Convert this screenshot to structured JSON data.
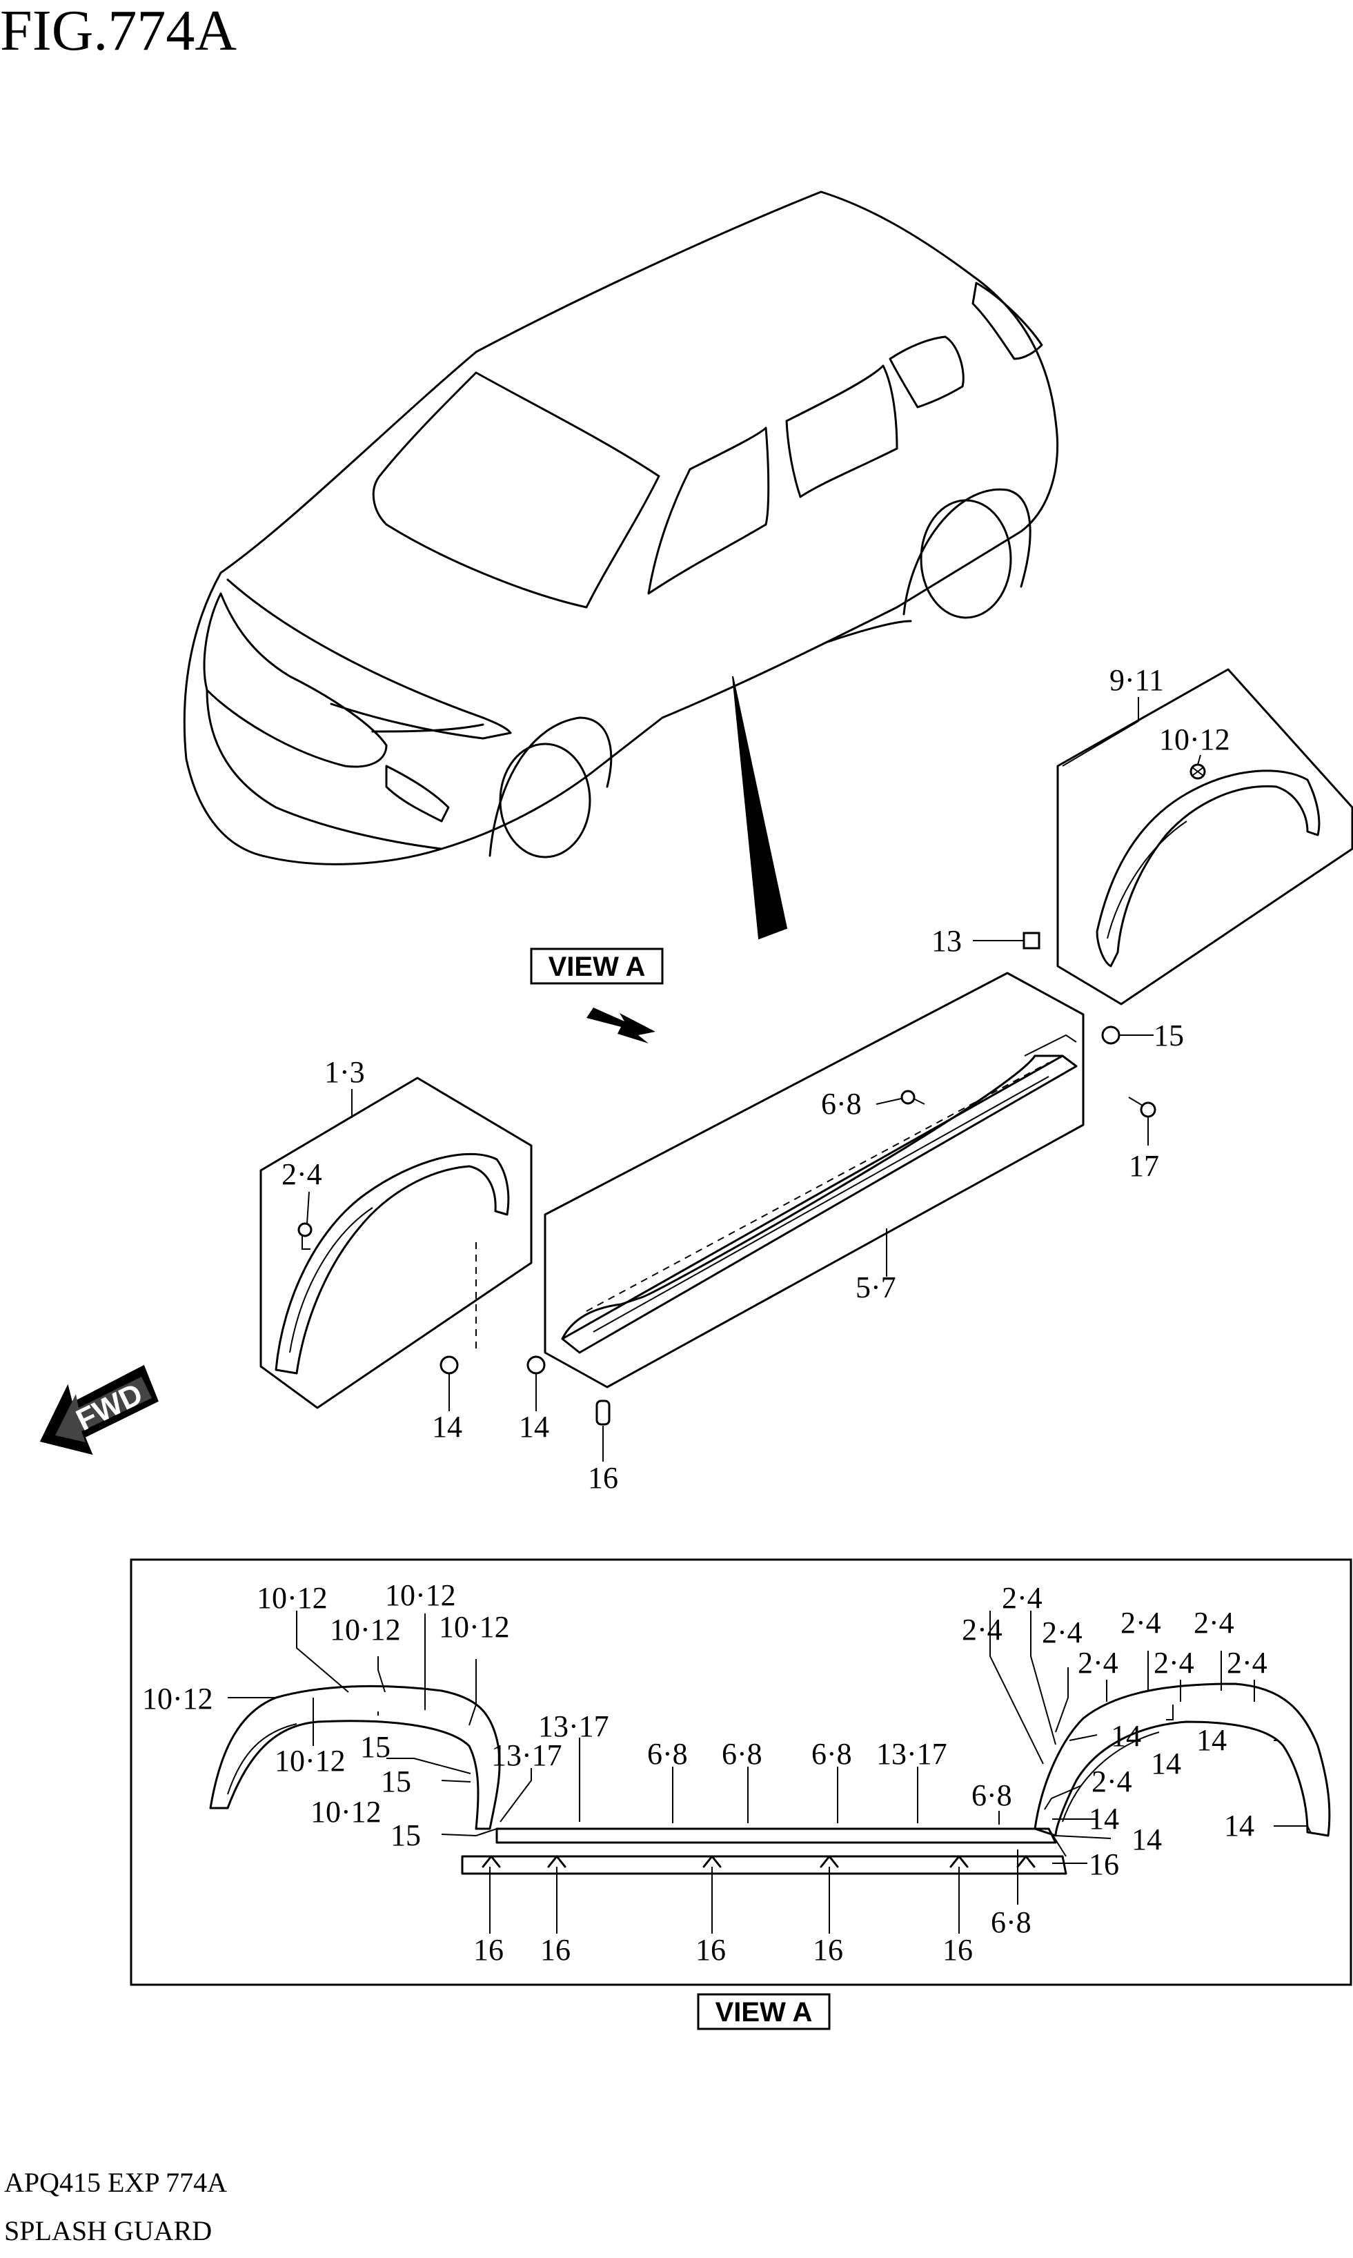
{
  "figure": {
    "title": "FIG.774A",
    "code": "APQ415 EXP 774A",
    "name": "SPLASH GUARD"
  },
  "view_label": "VIEW A",
  "fwd_label": "FWD",
  "callouts": [
    {
      "key": "c9_11",
      "text": "9·11"
    },
    {
      "key": "c10_12_top",
      "text": "10·12"
    },
    {
      "key": "c13_top",
      "text": "13"
    },
    {
      "key": "c15_top",
      "text": "15"
    },
    {
      "key": "c6_8_top",
      "text": "6·8"
    },
    {
      "key": "c17_top",
      "text": "17"
    },
    {
      "key": "c1_3",
      "text": "1·3"
    },
    {
      "key": "c2_4_top",
      "text": "2·4"
    },
    {
      "key": "c5_7",
      "text": "5·7"
    },
    {
      "key": "c14_a",
      "text": "14"
    },
    {
      "key": "c14_b",
      "text": "14"
    },
    {
      "key": "c16_top",
      "text": "16"
    }
  ],
  "view_callouts": [
    {
      "key": "v10_12_a",
      "text": "10·12"
    },
    {
      "key": "v10_12_b",
      "text": "10·12"
    },
    {
      "key": "v10_12_c",
      "text": "10·12"
    },
    {
      "key": "v10_12_d",
      "text": "10·12"
    },
    {
      "key": "v10_12_e",
      "text": "10·12"
    },
    {
      "key": "v10_12_f",
      "text": "10·12"
    },
    {
      "key": "v10_12_g",
      "text": "10·12"
    },
    {
      "key": "v15_a",
      "text": "15"
    },
    {
      "key": "v15_b",
      "text": "15"
    },
    {
      "key": "v15_c",
      "text": "15"
    },
    {
      "key": "v13_17_a",
      "text": "13·17"
    },
    {
      "key": "v13_17_b",
      "text": "13·17"
    },
    {
      "key": "v13_17_c",
      "text": "13·17"
    },
    {
      "key": "v6_8_a",
      "text": "6·8"
    },
    {
      "key": "v6_8_b",
      "text": "6·8"
    },
    {
      "key": "v6_8_c",
      "text": "6·8"
    },
    {
      "key": "v6_8_d",
      "text": "6·8"
    },
    {
      "key": "v6_8_e",
      "text": "6·8"
    },
    {
      "key": "v2_4_a",
      "text": "2·4"
    },
    {
      "key": "v2_4_b",
      "text": "2·4"
    },
    {
      "key": "v2_4_c",
      "text": "2·4"
    },
    {
      "key": "v2_4_d",
      "text": "2·4"
    },
    {
      "key": "v2_4_e",
      "text": "2·4"
    },
    {
      "key": "v2_4_f",
      "text": "2·4"
    },
    {
      "key": "v2_4_g",
      "text": "2·4"
    },
    {
      "key": "v2_4_h",
      "text": "2·4"
    },
    {
      "key": "v2_4_i",
      "text": "2·4"
    },
    {
      "key": "v14_a",
      "text": "14"
    },
    {
      "key": "v14_b",
      "text": "14"
    },
    {
      "key": "v14_c",
      "text": "14"
    },
    {
      "key": "v14_d",
      "text": "14"
    },
    {
      "key": "v14_e",
      "text": "14"
    },
    {
      "key": "v14_f",
      "text": "14"
    },
    {
      "key": "v16_a",
      "text": "16"
    },
    {
      "key": "v16_b",
      "text": "16"
    },
    {
      "key": "v16_c",
      "text": "16"
    },
    {
      "key": "v16_d",
      "text": "16"
    },
    {
      "key": "v16_e",
      "text": "16"
    },
    {
      "key": "v16_f",
      "text": "16"
    }
  ]
}
